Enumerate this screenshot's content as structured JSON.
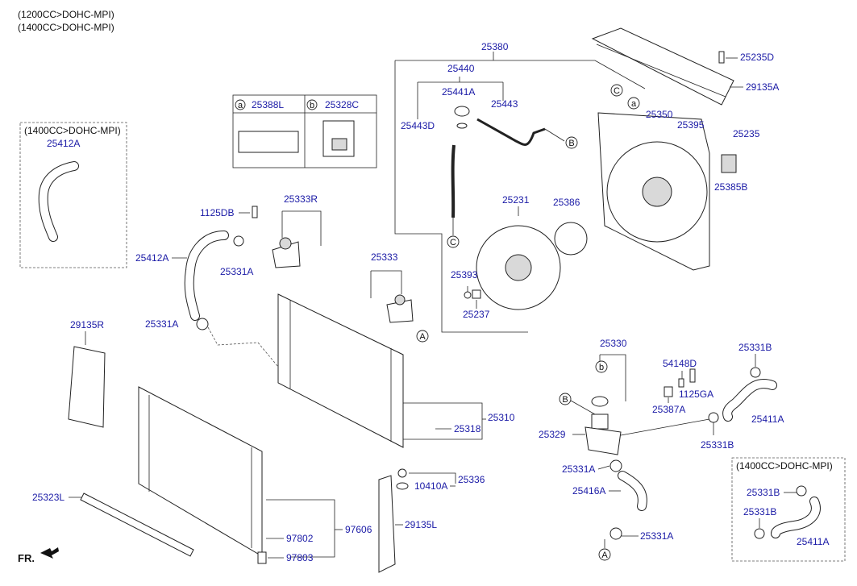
{
  "header": {
    "engine_line1": "(1200CC>DOHC-MPI)",
    "engine_line2": "(1400CC>DOHC-MPI)"
  },
  "left_box": {
    "title": "(1400CC>DOHC-MPI)",
    "part": "25412A"
  },
  "right_box": {
    "title": "(1400CC>DOHC-MPI)",
    "parts": [
      "25331B",
      "25331B",
      "25411A"
    ]
  },
  "legend": {
    "a_marker": "a",
    "a_part": "25388L",
    "b_marker": "b",
    "b_part": "25328C"
  },
  "markers": {
    "A": "A",
    "B": "B",
    "C": "C",
    "a": "a",
    "b": "b"
  },
  "fr_label": "FR.",
  "labels": {
    "p25380": "25380",
    "p25440": "25440",
    "p25441A": "25441A",
    "p25443": "25443",
    "p25443D": "25443D",
    "p25235D": "25235D",
    "p29135A": "29135A",
    "p25350": "25350",
    "p25395": "25395",
    "p25235": "25235",
    "p25385B": "25385B",
    "p25231": "25231",
    "p25386": "25386",
    "p25393": "25393",
    "p25237": "25237",
    "p1125DB": "1125DB",
    "p25333R": "25333R",
    "p25412A": "25412A",
    "p25331A_1": "25331A",
    "p25331A_2": "25331A",
    "p25333": "25333",
    "p29135R": "29135R",
    "p25318": "25318",
    "p25310": "25310",
    "p25336": "25336",
    "p10410A": "10410A",
    "p25323L": "25323L",
    "p97802": "97802",
    "p97606": "97606",
    "p97803": "97803",
    "p29135L": "29135L",
    "p25330": "25330",
    "p54148D": "54148D",
    "p1125GA": "1125GA",
    "p25387A": "25387A",
    "p25329": "25329",
    "p25331A_3": "25331A",
    "p25416A": "25416A",
    "p25331A_4": "25331A",
    "p25331B_1": "25331B",
    "p25411A_1": "25411A",
    "p25331B_2": "25331B"
  }
}
